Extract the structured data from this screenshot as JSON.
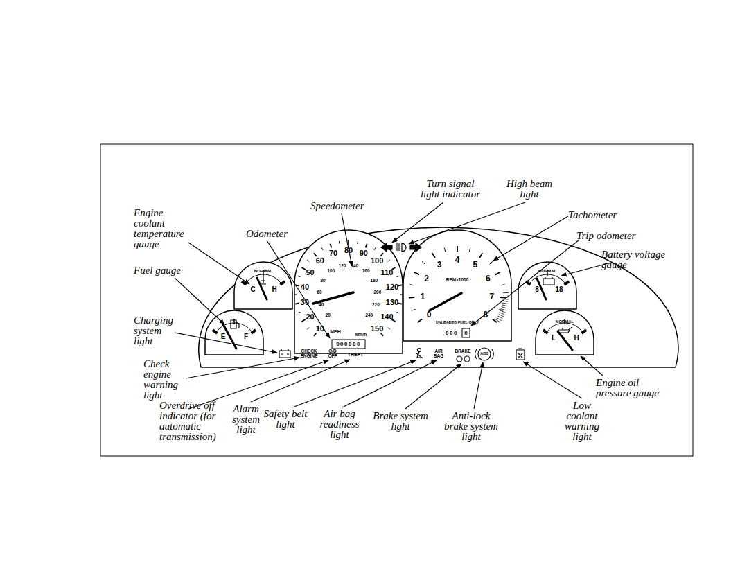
{
  "diagram": {
    "labels": [
      "Engine coolant temperature gauge",
      "Fuel gauge",
      "Charging system light",
      "Check engine warning light",
      "Overdrive off indicator (for automatic transmission)",
      "Alarm system light",
      "Safety belt light",
      "Air bag readiness light",
      "Brake system light",
      "Anti-lock brake system light",
      "Low coolant warning light",
      "Engine oil pressure gauge",
      "Battery voltage gauge",
      "Trip odometer",
      "Tachometer",
      "High beam light",
      "Turn signal light indicator",
      "Speedometer",
      "Odometer",
      "NORMAL",
      "C",
      "H",
      "E",
      "F",
      "10",
      "20",
      "30",
      "40",
      "50",
      "60",
      "70",
      "80",
      "90",
      "100",
      "110",
      "120",
      "130",
      "140",
      "150",
      "20",
      "40",
      "60",
      "80",
      "100",
      "120",
      "140",
      "160",
      "180",
      "200",
      "220",
      "240",
      "MPH",
      "km/h",
      "000000",
      "0",
      "1",
      "2",
      "3",
      "4",
      "5",
      "6",
      "7",
      "8",
      "RPMx1000",
      "UNLEADED FUEL ONLY",
      "000",
      "0",
      "NORMAL",
      "8",
      "18",
      "NORMAL",
      "L",
      "H",
      "CHECK ENGINE",
      "O/D OFF",
      "THEFT",
      "AIR BAG",
      "BRAKE",
      "ABS"
    ]
  }
}
